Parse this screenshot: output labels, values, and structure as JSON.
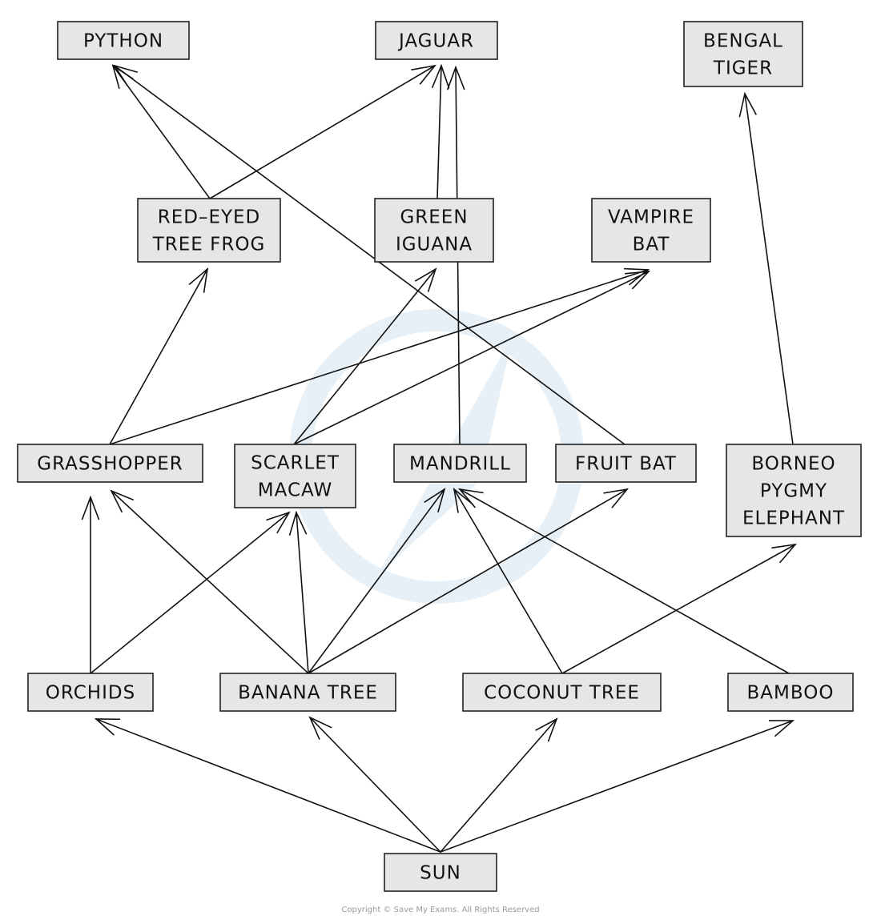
{
  "nodes": [
    {
      "id": "python",
      "lines": [
        "PYTHON"
      ]
    },
    {
      "id": "jaguar",
      "lines": [
        "JAGUAR"
      ]
    },
    {
      "id": "bengal-tiger",
      "lines": [
        "BENGAL",
        "TIGER"
      ]
    },
    {
      "id": "red-eyed-tree-frog",
      "lines": [
        "RED–EYED",
        "TREE FROG"
      ]
    },
    {
      "id": "green-iguana",
      "lines": [
        "GREEN",
        "IGUANA"
      ]
    },
    {
      "id": "vampire-bat",
      "lines": [
        "VAMPIRE",
        "BAT"
      ]
    },
    {
      "id": "grasshopper",
      "lines": [
        "GRASSHOPPER"
      ]
    },
    {
      "id": "scarlet-macaw",
      "lines": [
        "SCARLET",
        "MACAW"
      ]
    },
    {
      "id": "mandrill",
      "lines": [
        "MANDRILL"
      ]
    },
    {
      "id": "fruit-bat",
      "lines": [
        "FRUIT BAT"
      ]
    },
    {
      "id": "borneo-pygmy-elephant",
      "lines": [
        "BORNEO",
        "PYGMY",
        "ELEPHANT"
      ]
    },
    {
      "id": "orchids",
      "lines": [
        "ORCHIDS"
      ]
    },
    {
      "id": "banana-tree",
      "lines": [
        "BANANA TREE"
      ]
    },
    {
      "id": "coconut-tree",
      "lines": [
        "COCONUT TREE"
      ]
    },
    {
      "id": "bamboo",
      "lines": [
        "BAMBOO"
      ]
    },
    {
      "id": "sun",
      "lines": [
        "SUN"
      ]
    }
  ],
  "edges": [
    [
      "sun",
      "orchids"
    ],
    [
      "sun",
      "banana-tree"
    ],
    [
      "sun",
      "coconut-tree"
    ],
    [
      "sun",
      "bamboo"
    ],
    [
      "orchids",
      "grasshopper"
    ],
    [
      "orchids",
      "scarlet-macaw"
    ],
    [
      "banana-tree",
      "grasshopper"
    ],
    [
      "banana-tree",
      "scarlet-macaw"
    ],
    [
      "banana-tree",
      "mandrill"
    ],
    [
      "banana-tree",
      "fruit-bat"
    ],
    [
      "coconut-tree",
      "mandrill"
    ],
    [
      "coconut-tree",
      "borneo-pygmy-elephant"
    ],
    [
      "bamboo",
      "mandrill"
    ],
    [
      "grasshopper",
      "red-eyed-tree-frog"
    ],
    [
      "grasshopper",
      "vampire-bat"
    ],
    [
      "scarlet-macaw",
      "green-iguana"
    ],
    [
      "scarlet-macaw",
      "vampire-bat"
    ],
    [
      "mandrill",
      "jaguar"
    ],
    [
      "fruit-bat",
      "python"
    ],
    [
      "borneo-pygmy-elephant",
      "bengal-tiger"
    ],
    [
      "red-eyed-tree-frog",
      "python"
    ],
    [
      "red-eyed-tree-frog",
      "jaguar"
    ],
    [
      "green-iguana",
      "jaguar"
    ]
  ],
  "copyright": "Copyright © Save My Exams. All Rights Reserved",
  "colors": {
    "box_fill": "#e6e6e6",
    "stroke": "#111111",
    "watermark": "#7fb2d8"
  }
}
